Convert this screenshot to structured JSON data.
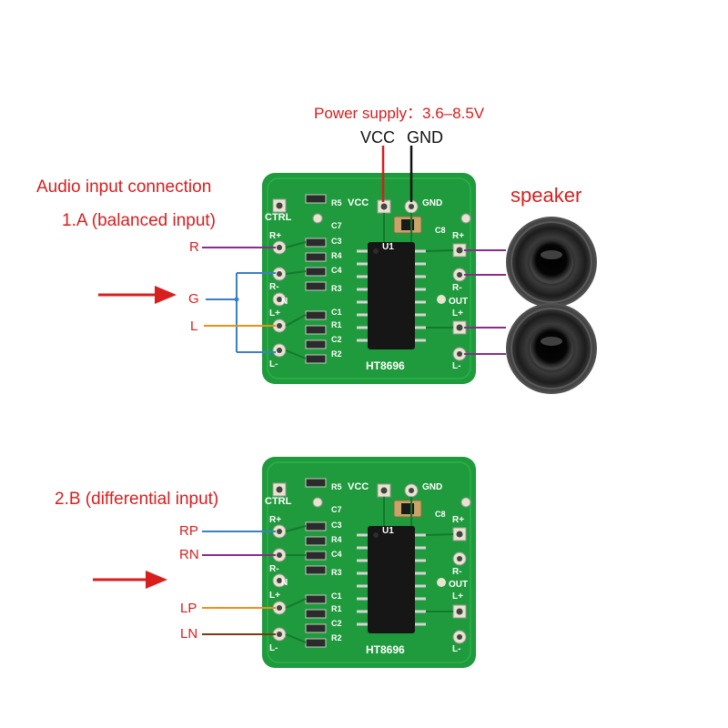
{
  "power": {
    "supply_label": "Power supply：3.6–8.5V",
    "vcc_label": "VCC",
    "gnd_label": "GND"
  },
  "section_a": {
    "title": "Audio input connection",
    "subtitle": "1.A (balanced input)",
    "inputs": [
      "R",
      "G",
      "L"
    ],
    "speaker_label": "speaker"
  },
  "section_b": {
    "title": "2.B (differential input)",
    "inputs": [
      "RP",
      "RN",
      "LP",
      "LN"
    ]
  },
  "board": {
    "chip_label": "HT8696",
    "ic_label": "U1",
    "ctrl_label": "CTRL",
    "vcc_silk": "VCC",
    "gnd_silk": "GND",
    "left_pins": [
      "R+",
      "R-",
      "N",
      "L+",
      "L-"
    ],
    "right_pins": [
      "R+",
      "R-",
      "OUT",
      "L+",
      "L-"
    ],
    "cap_labels": [
      "R5",
      "C7",
      "C3",
      "R4",
      "C4",
      "R3",
      "C1",
      "R1",
      "C2",
      "R2",
      "C8"
    ]
  },
  "colors": {
    "pcb": "#1f9a3c",
    "pcb_dark": "#137a2b",
    "red_text": "#d81e1e",
    "wire_r": "#8b2b8b",
    "wire_g": "#3b7fc4",
    "wire_l": "#e8921a",
    "wire_ln": "#7a3b12"
  }
}
